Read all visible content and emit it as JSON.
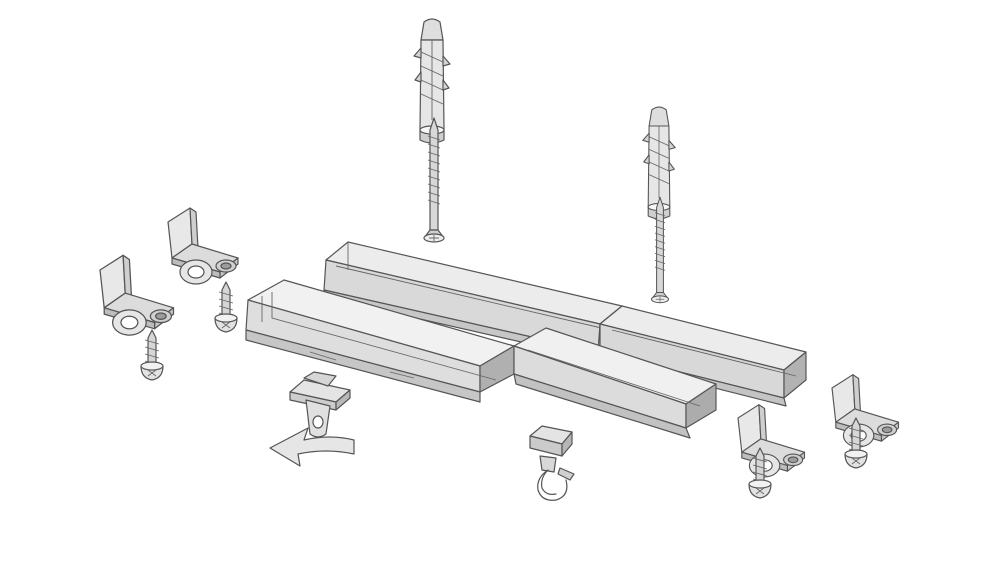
{
  "diagram": {
    "type": "exploded-assembly",
    "colors": {
      "background": "#ffffff",
      "outline": "#555555",
      "face_light": "#f2f2f2",
      "face_mid": "#dcdcdc",
      "face_dark": "#c4c4c4",
      "face_darker": "#a8a8a8"
    },
    "parts": [
      {
        "id": "rail-section-a",
        "kind": "double-channel-rail"
      },
      {
        "id": "rail-section-b",
        "kind": "double-channel-rail"
      },
      {
        "id": "wall-plug-1",
        "kind": "wall-plug"
      },
      {
        "id": "wall-plug-2",
        "kind": "wall-plug"
      },
      {
        "id": "wood-screw-1",
        "kind": "countersunk-screw"
      },
      {
        "id": "wood-screw-2",
        "kind": "countersunk-screw"
      },
      {
        "id": "bracket-1",
        "kind": "angle-bracket-with-eyelet"
      },
      {
        "id": "bracket-2",
        "kind": "angle-bracket-with-eyelet"
      },
      {
        "id": "bracket-3",
        "kind": "angle-bracket-with-eyelet"
      },
      {
        "id": "bracket-4",
        "kind": "angle-bracket-with-eyelet"
      },
      {
        "id": "pan-screw-1",
        "kind": "pan-head-screw"
      },
      {
        "id": "pan-screw-2",
        "kind": "pan-head-screw"
      },
      {
        "id": "pan-screw-3",
        "kind": "pan-head-screw"
      },
      {
        "id": "pan-screw-4",
        "kind": "pan-head-screw"
      },
      {
        "id": "glider-eyelet",
        "kind": "glider-with-eye"
      },
      {
        "id": "glider-hook",
        "kind": "glider-with-hook"
      },
      {
        "id": "insert-arrow",
        "kind": "direction-arrow"
      }
    ]
  }
}
